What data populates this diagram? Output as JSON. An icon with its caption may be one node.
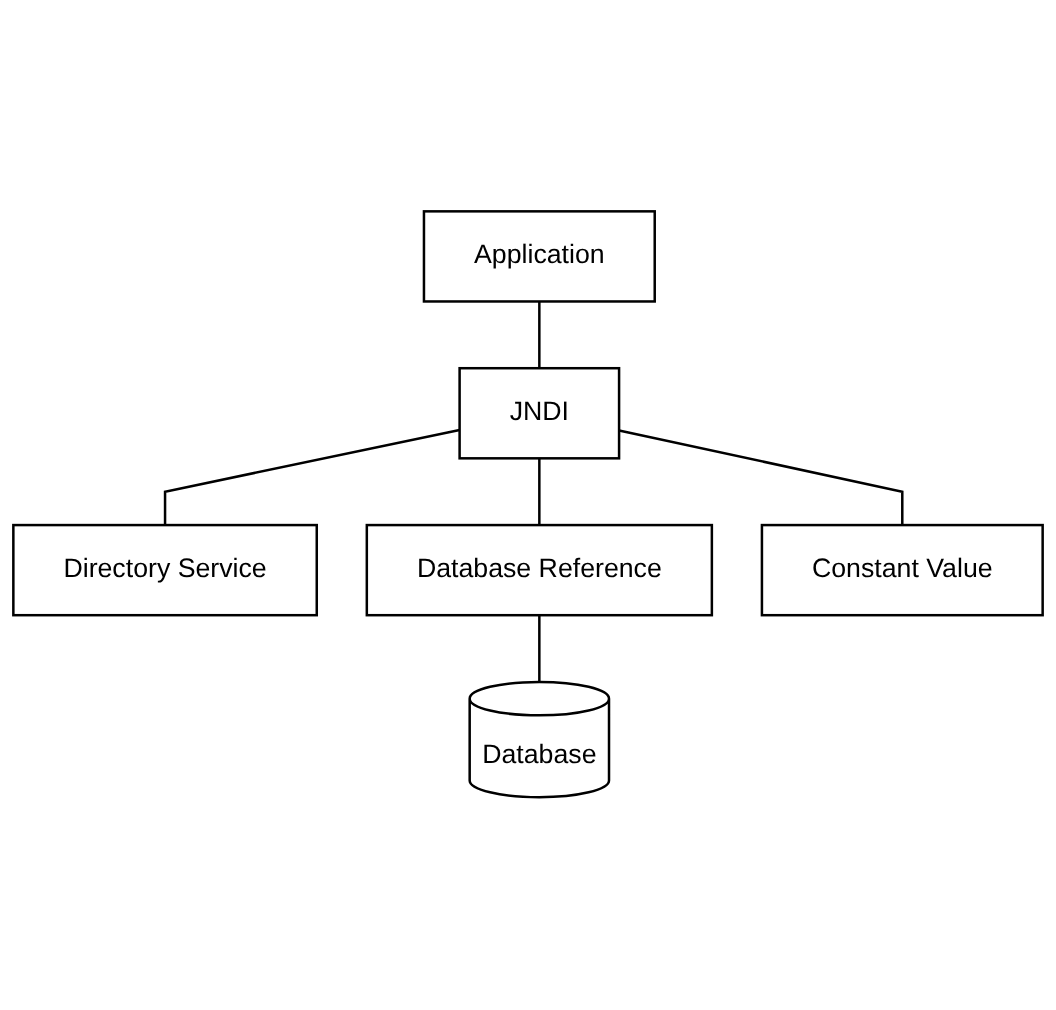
{
  "diagram": {
    "nodes": [
      {
        "text": [
          "Application"
        ]
      },
      {
        "text": [
          "JNDI"
        ]
      },
      {
        "text": [
          "Directory Service"
        ]
      },
      {
        "text": [
          "Database Reference"
        ]
      },
      {
        "text": [
          "Constant Value"
        ]
      },
      {
        "text": [
          "Database"
        ]
      }
    ],
    "edges": [
      {
        "from": 0,
        "to": 1,
        "arrow": "none"
      },
      {
        "from": 1,
        "to": 2,
        "arrow": "none"
      },
      {
        "from": 1,
        "to": 3,
        "arrow": "none"
      },
      {
        "from": 1,
        "to": 4,
        "arrow": "none"
      },
      {
        "from": 3,
        "to": 5,
        "arrow": "none"
      }
    ]
  }
}
